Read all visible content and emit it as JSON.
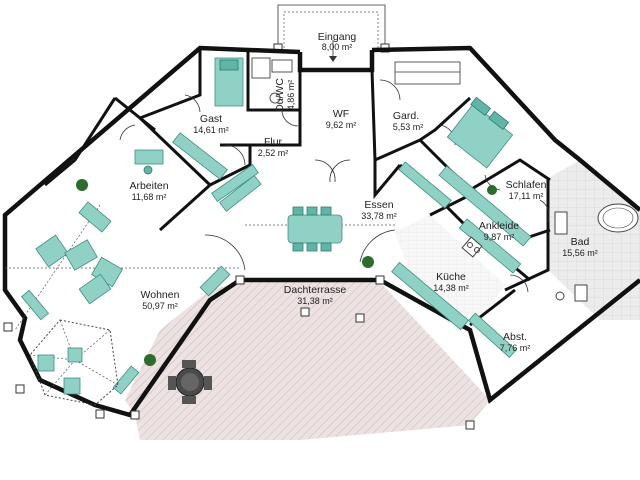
{
  "rooms": {
    "eingang": {
      "name": "Eingang",
      "area": "8,00 m²"
    },
    "duwc": {
      "name": "Du/WC",
      "area": "4,86 m²"
    },
    "gast": {
      "name": "Gast",
      "area": "14,61 m²"
    },
    "wf": {
      "name": "WF",
      "area": "9,62 m²"
    },
    "gard": {
      "name": "Gard.",
      "area": "5,53 m²"
    },
    "flur": {
      "name": "Flur",
      "area": "2,52 m²"
    },
    "arbeiten": {
      "name": "Arbeiten",
      "area": "11,68 m²"
    },
    "essen": {
      "name": "Essen",
      "area": "33,78 m²"
    },
    "schlafen": {
      "name": "Schlafen",
      "area": "17,11 m²"
    },
    "ankleide": {
      "name": "Ankleide",
      "area": "9,87 m²"
    },
    "bad": {
      "name": "Bad",
      "area": "15,56 m²"
    },
    "kueche": {
      "name": "Küche",
      "area": "14,38 m²"
    },
    "wohnen": {
      "name": "Wohnen",
      "area": "50,97 m²"
    },
    "terrasse": {
      "name": "Dachterrasse",
      "area": "31,38 m²"
    },
    "abst": {
      "name": "Abst.",
      "area": "7,76 m²"
    }
  },
  "colors": {
    "wall": "#111111",
    "furniture": "#8fd1c4",
    "furniture_dark": "#5fb5a6",
    "terrace": "#e9dcdc",
    "bath_tile": "#e4e4e4"
  }
}
